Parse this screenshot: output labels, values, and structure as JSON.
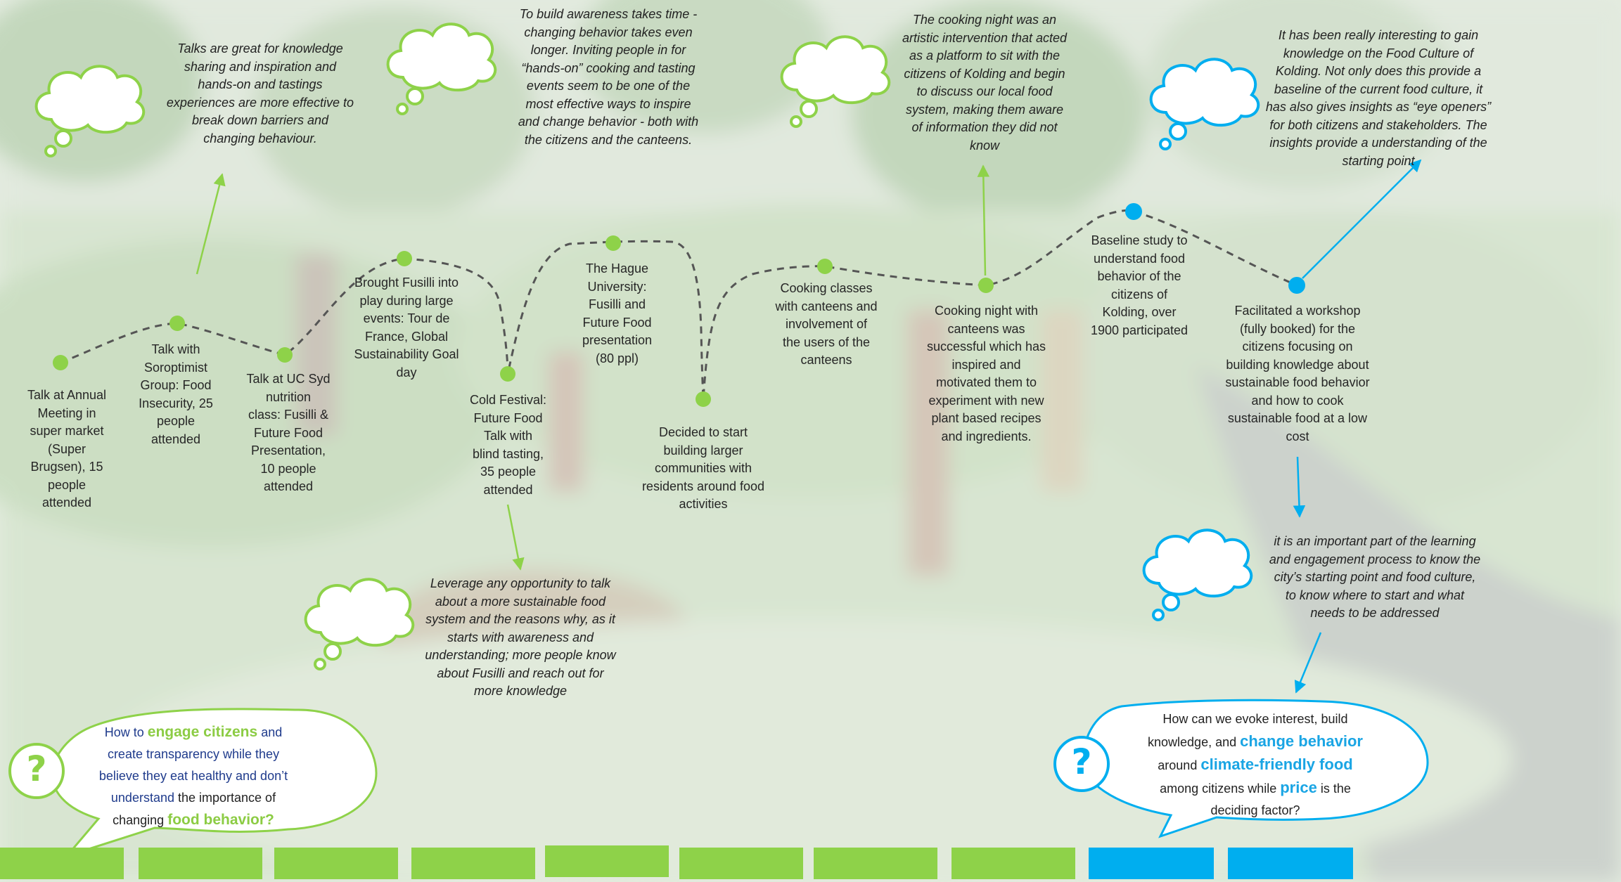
{
  "colors": {
    "green": "#8ed249",
    "blue": "#00aeef",
    "path": "#555555",
    "navy": "#1f3b8c",
    "text": "#262626"
  },
  "timeline": [
    {
      "id": "e1",
      "color": "green",
      "text": "Talk at Annual\nMeeting in\nsuper market\n(Super\nBrugsen), 15\npeople\nattended"
    },
    {
      "id": "e2",
      "color": "green",
      "text": "Talk with\nSoroptimist\nGroup: Food\nInsecurity, 25\npeople\nattended"
    },
    {
      "id": "e3",
      "color": "green",
      "text": "Talk at UC Syd\nnutrition\nclass: Fusilli &\nFuture Food\nPresentation,\n10 people\nattended"
    },
    {
      "id": "e4",
      "color": "green",
      "text": "Brought Fusilli into\nplay during large\nevents: Tour de\nFrance, Global\nSustainability Goal\nday"
    },
    {
      "id": "e5",
      "color": "green",
      "text": "Cold Festival:\nFuture Food\nTalk with\nblind tasting,\n35 people\nattended"
    },
    {
      "id": "e6",
      "color": "green",
      "text": "The Hague\nUniversity:\nFusilli and\nFuture Food\npresentation\n(80 ppl)"
    },
    {
      "id": "e7",
      "color": "green",
      "text": "Decided to start\nbuilding larger\ncommunities with\nresidents around food\nactivities"
    },
    {
      "id": "e8",
      "color": "green",
      "text": "Cooking classes\nwith canteens and\ninvolvement of\nthe users of the\ncanteens"
    },
    {
      "id": "e9",
      "color": "green",
      "text": "Cooking night with\ncanteens was\nsuccessful which has\ninspired and\nmotivated them to\nexperiment with new\nplant based recipes\nand ingredients."
    },
    {
      "id": "e10",
      "color": "blue",
      "text": "Baseline study to\nunderstand food\nbehavior of the\ncitizens of\nKolding, over\n1900 participated"
    },
    {
      "id": "e11",
      "color": "blue",
      "text": "Facilitated a workshop\n(fully booked) for the\ncitizens focusing on\nbuilding knowledge about\nsustainable food behavior\nand how to cook\nsustainable food at a low\ncost"
    }
  ],
  "insights": [
    {
      "id": "n1",
      "color": "green",
      "text": "Talks are great for knowledge\nsharing and inspiration and\nhands-on and tastings\nexperiences are more effective to\nbreak down barriers and\nchanging behaviour."
    },
    {
      "id": "n2",
      "color": "green",
      "text": "To build awareness takes time -\nchanging behavior takes even\nlonger. Inviting people in for\n“hands-on” cooking and tasting\nevents seem to be one of the\nmost effective ways to inspire\nand change behavior - both with\nthe citizens and the canteens."
    },
    {
      "id": "n3",
      "color": "green",
      "text": "The cooking night was an\nartistic intervention that acted\nas a platform to sit with the\ncitizens of Kolding and begin\nto discuss our local food\nsystem, making them aware\nof information they did not\nknow"
    },
    {
      "id": "n4",
      "color": "blue",
      "text": "It has been really interesting to gain\nknowledge on the Food Culture of\nKolding. Not only does this provide a\nbaseline of the current food culture, it\nhas also gives insights as “eye openers”\nfor both citizens and stakeholders. The\ninsights provide a understanding of the\nstarting point"
    },
    {
      "id": "n5",
      "color": "green",
      "text": "Leverage any opportunity to talk\nabout a more sustainable food\nsystem and the reasons why, as it\nstarts with awareness and\nunderstanding; more people know\nabout Fusilli and reach out for\nmore knowledge"
    },
    {
      "id": "n6",
      "color": "blue",
      "text": "it is an important part of the learning\nand engagement process to know the\ncity’s starting point and food culture,\nto know where to start and what\nneeds to be addressed"
    }
  ],
  "questions": {
    "green": {
      "mark": "?",
      "parts": [
        {
          "t": "How to ",
          "s": "nv"
        },
        {
          "t": "engage citizens",
          "s": "hl"
        },
        {
          "t": " and",
          "s": "nv"
        },
        {
          "t": "\n",
          "s": "br"
        },
        {
          "t": "create transparency while they",
          "s": "nv"
        },
        {
          "t": "\n",
          "s": "br"
        },
        {
          "t": "believe they eat healthy and don’t",
          "s": "nv"
        },
        {
          "t": "\n",
          "s": "br"
        },
        {
          "t": "understand",
          "s": "nv"
        },
        {
          "t": " the importance of",
          "s": "dk"
        },
        {
          "t": "\n",
          "s": "br"
        },
        {
          "t": "changing ",
          "s": "dk"
        },
        {
          "t": "food behavior?",
          "s": "hl"
        }
      ]
    },
    "blue": {
      "mark": "?",
      "parts": [
        {
          "t": "How can we evoke interest, build",
          "s": "dk"
        },
        {
          "t": "\n",
          "s": "br"
        },
        {
          "t": "knowledge, and ",
          "s": "dk"
        },
        {
          "t": "change behavior",
          "s": "hl"
        },
        {
          "t": "\n",
          "s": "br"
        },
        {
          "t": "around ",
          "s": "dk"
        },
        {
          "t": "climate-friendly food",
          "s": "hl"
        },
        {
          "t": "\n",
          "s": "br"
        },
        {
          "t": "among citizens while ",
          "s": "dk"
        },
        {
          "t": "price",
          "s": "hl"
        },
        {
          "t": " is the",
          "s": "dk"
        },
        {
          "t": "\n",
          "s": "br"
        },
        {
          "t": "deciding factor?",
          "s": "dk"
        }
      ]
    }
  },
  "bottom_bars": [
    "green",
    "green",
    "green",
    "green",
    "green",
    "green",
    "green",
    "green",
    "blue",
    "blue"
  ]
}
